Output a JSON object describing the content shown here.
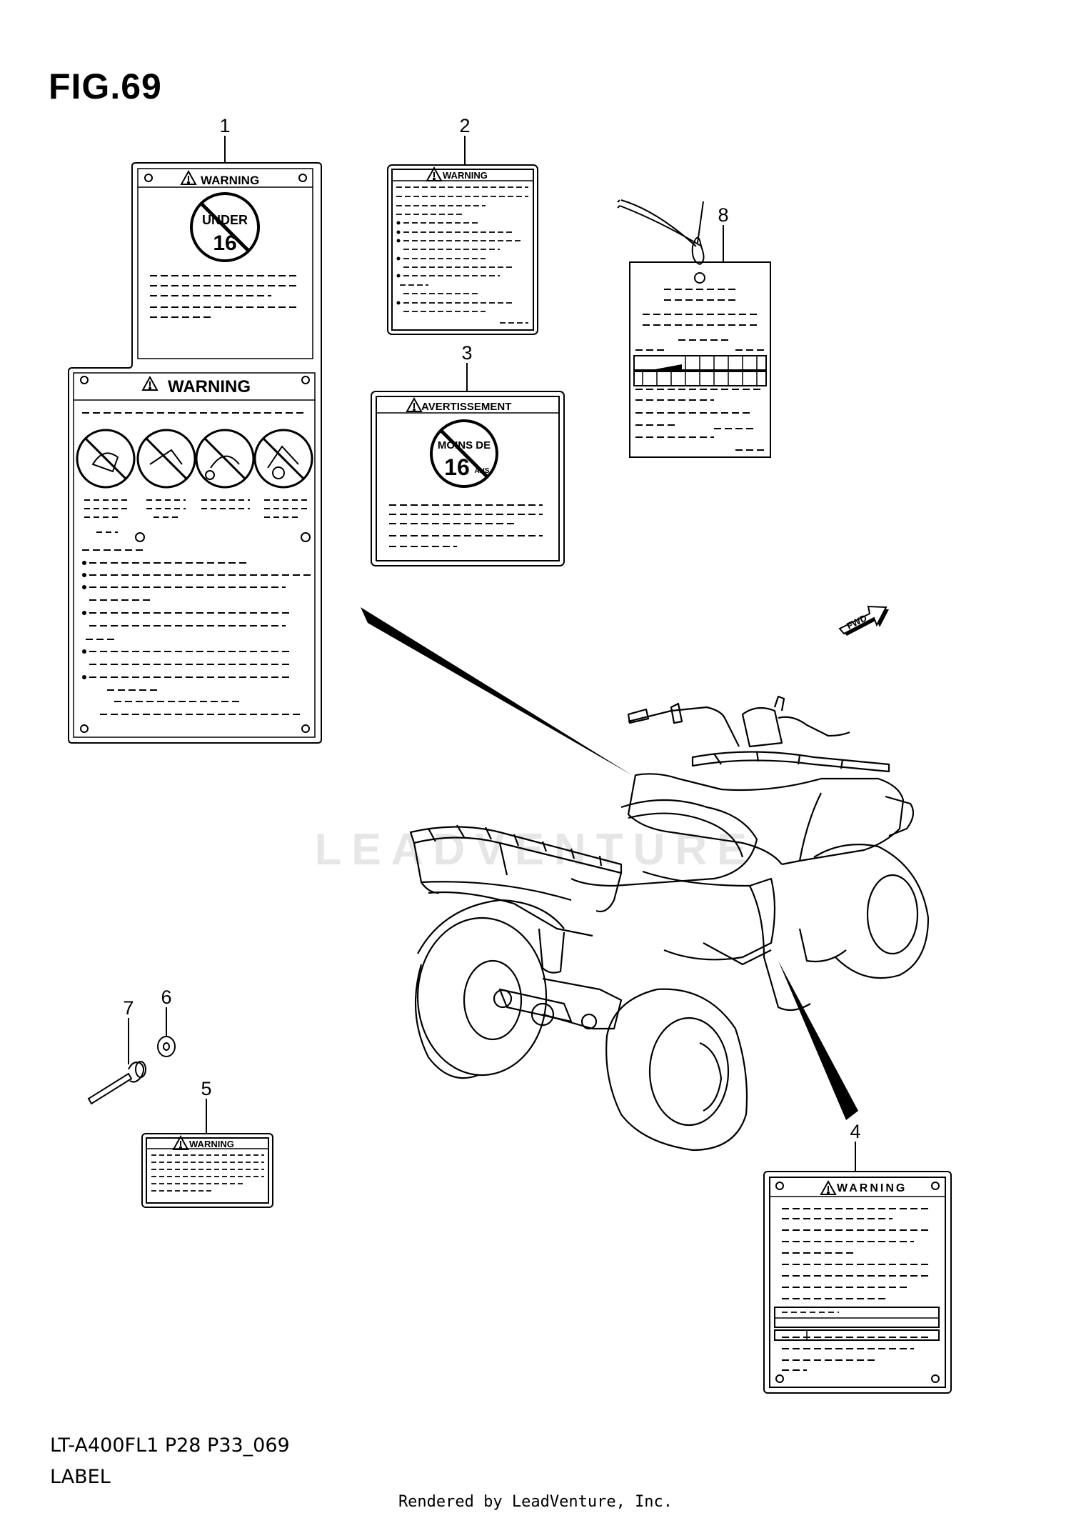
{
  "figure": {
    "title": "FIG.69",
    "model_code": "LT-A400FL1 P28 P33_069",
    "section_label": "LABEL",
    "credit": "Rendered by LeadVenture, Inc.",
    "watermark": "LEADVENTURE"
  },
  "callouts": [
    "1",
    "2",
    "3",
    "4",
    "5",
    "6",
    "7",
    "8"
  ],
  "labels": {
    "label1_top_heading": "WARNING",
    "label1_badge_line1": "UNDER",
    "label1_badge_line2": "16",
    "label1_main_heading": "WARNING",
    "label2_heading": "WARNING",
    "label3_heading": "AVERTISSEMENT",
    "label3_badge_line1": "MOINS DE",
    "label3_badge_line2": "16",
    "label3_badge_unit": "ANS",
    "label4_heading": "WARNING",
    "label5_heading": "WARNING",
    "fwd_arrow": "FWD"
  },
  "colors": {
    "line": "#000000",
    "background": "#ffffff",
    "watermark": "#e6e6e6"
  }
}
